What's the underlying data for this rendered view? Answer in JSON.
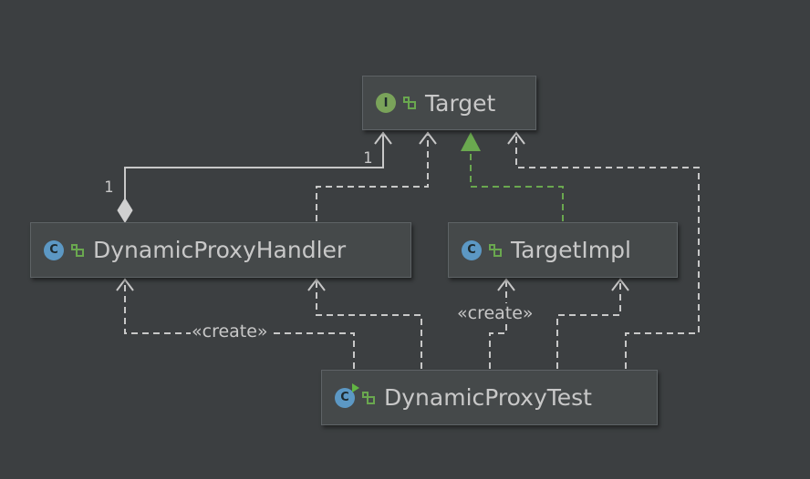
{
  "nodes": {
    "target": {
      "name": "Target",
      "kind": "interface",
      "badge_letter": "I"
    },
    "handler": {
      "name": "DynamicProxyHandler",
      "kind": "class",
      "badge_letter": "C"
    },
    "impl": {
      "name": "TargetImpl",
      "kind": "class",
      "badge_letter": "C"
    },
    "test": {
      "name": "DynamicProxyTest",
      "kind": "class",
      "badge_letter": "C"
    }
  },
  "edges": {
    "aggregation_target_mult": "1",
    "aggregation_handler_mult": "1",
    "create_handler_label": "«create»",
    "create_impl_label": "«create»"
  },
  "colors": {
    "background": "#3c3f41",
    "line": "#c8c8c8",
    "realization": "#6aa84f",
    "interface_badge": "#7aa35a",
    "class_badge": "#5c98c4"
  }
}
